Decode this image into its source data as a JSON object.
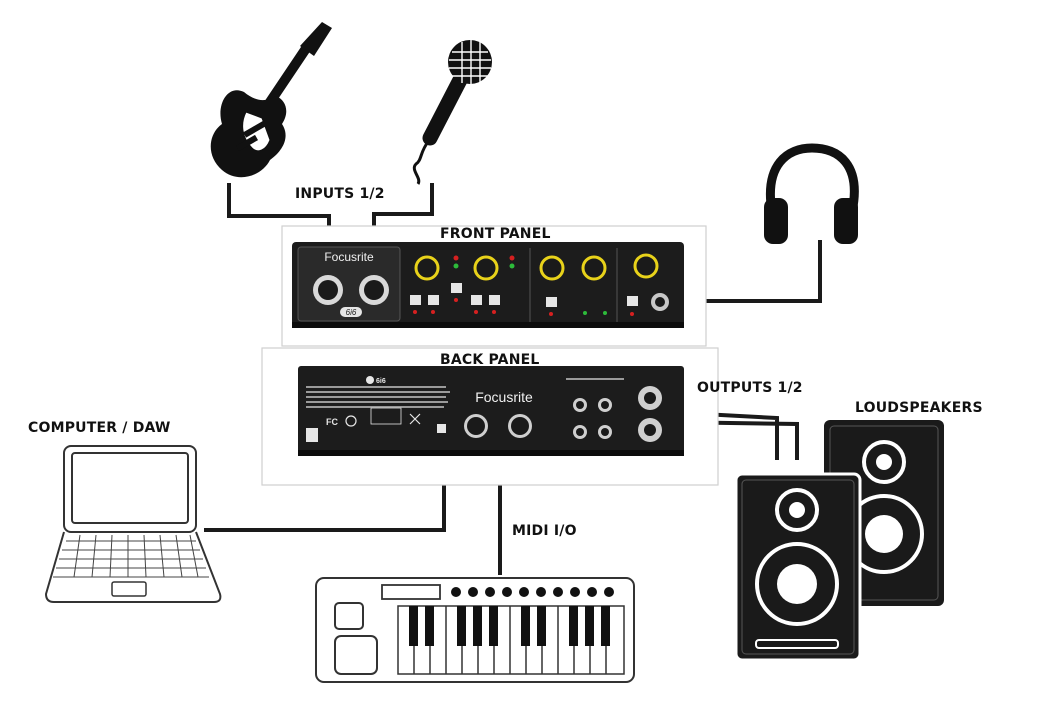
{
  "labels": {
    "inputs": "INPUTS 1/2",
    "front_panel": "FRONT PANEL",
    "back_panel": "BACK PANEL",
    "outputs": "OUTPUTS 1/2",
    "loudspeakers": "LOUDSPEAKERS",
    "computer": "COMPUTER / DAW",
    "midi": "MIDI I/O"
  },
  "device": {
    "brand": "Focusrite",
    "model": "6i6"
  },
  "colors": {
    "line": "#1a1a1a",
    "device_body": "#1c1c1c",
    "knob_ring": "#e8d21a",
    "led_red": "#d62020",
    "led_green": "#2dbb3a",
    "panel_border": "#cfcfcf"
  }
}
